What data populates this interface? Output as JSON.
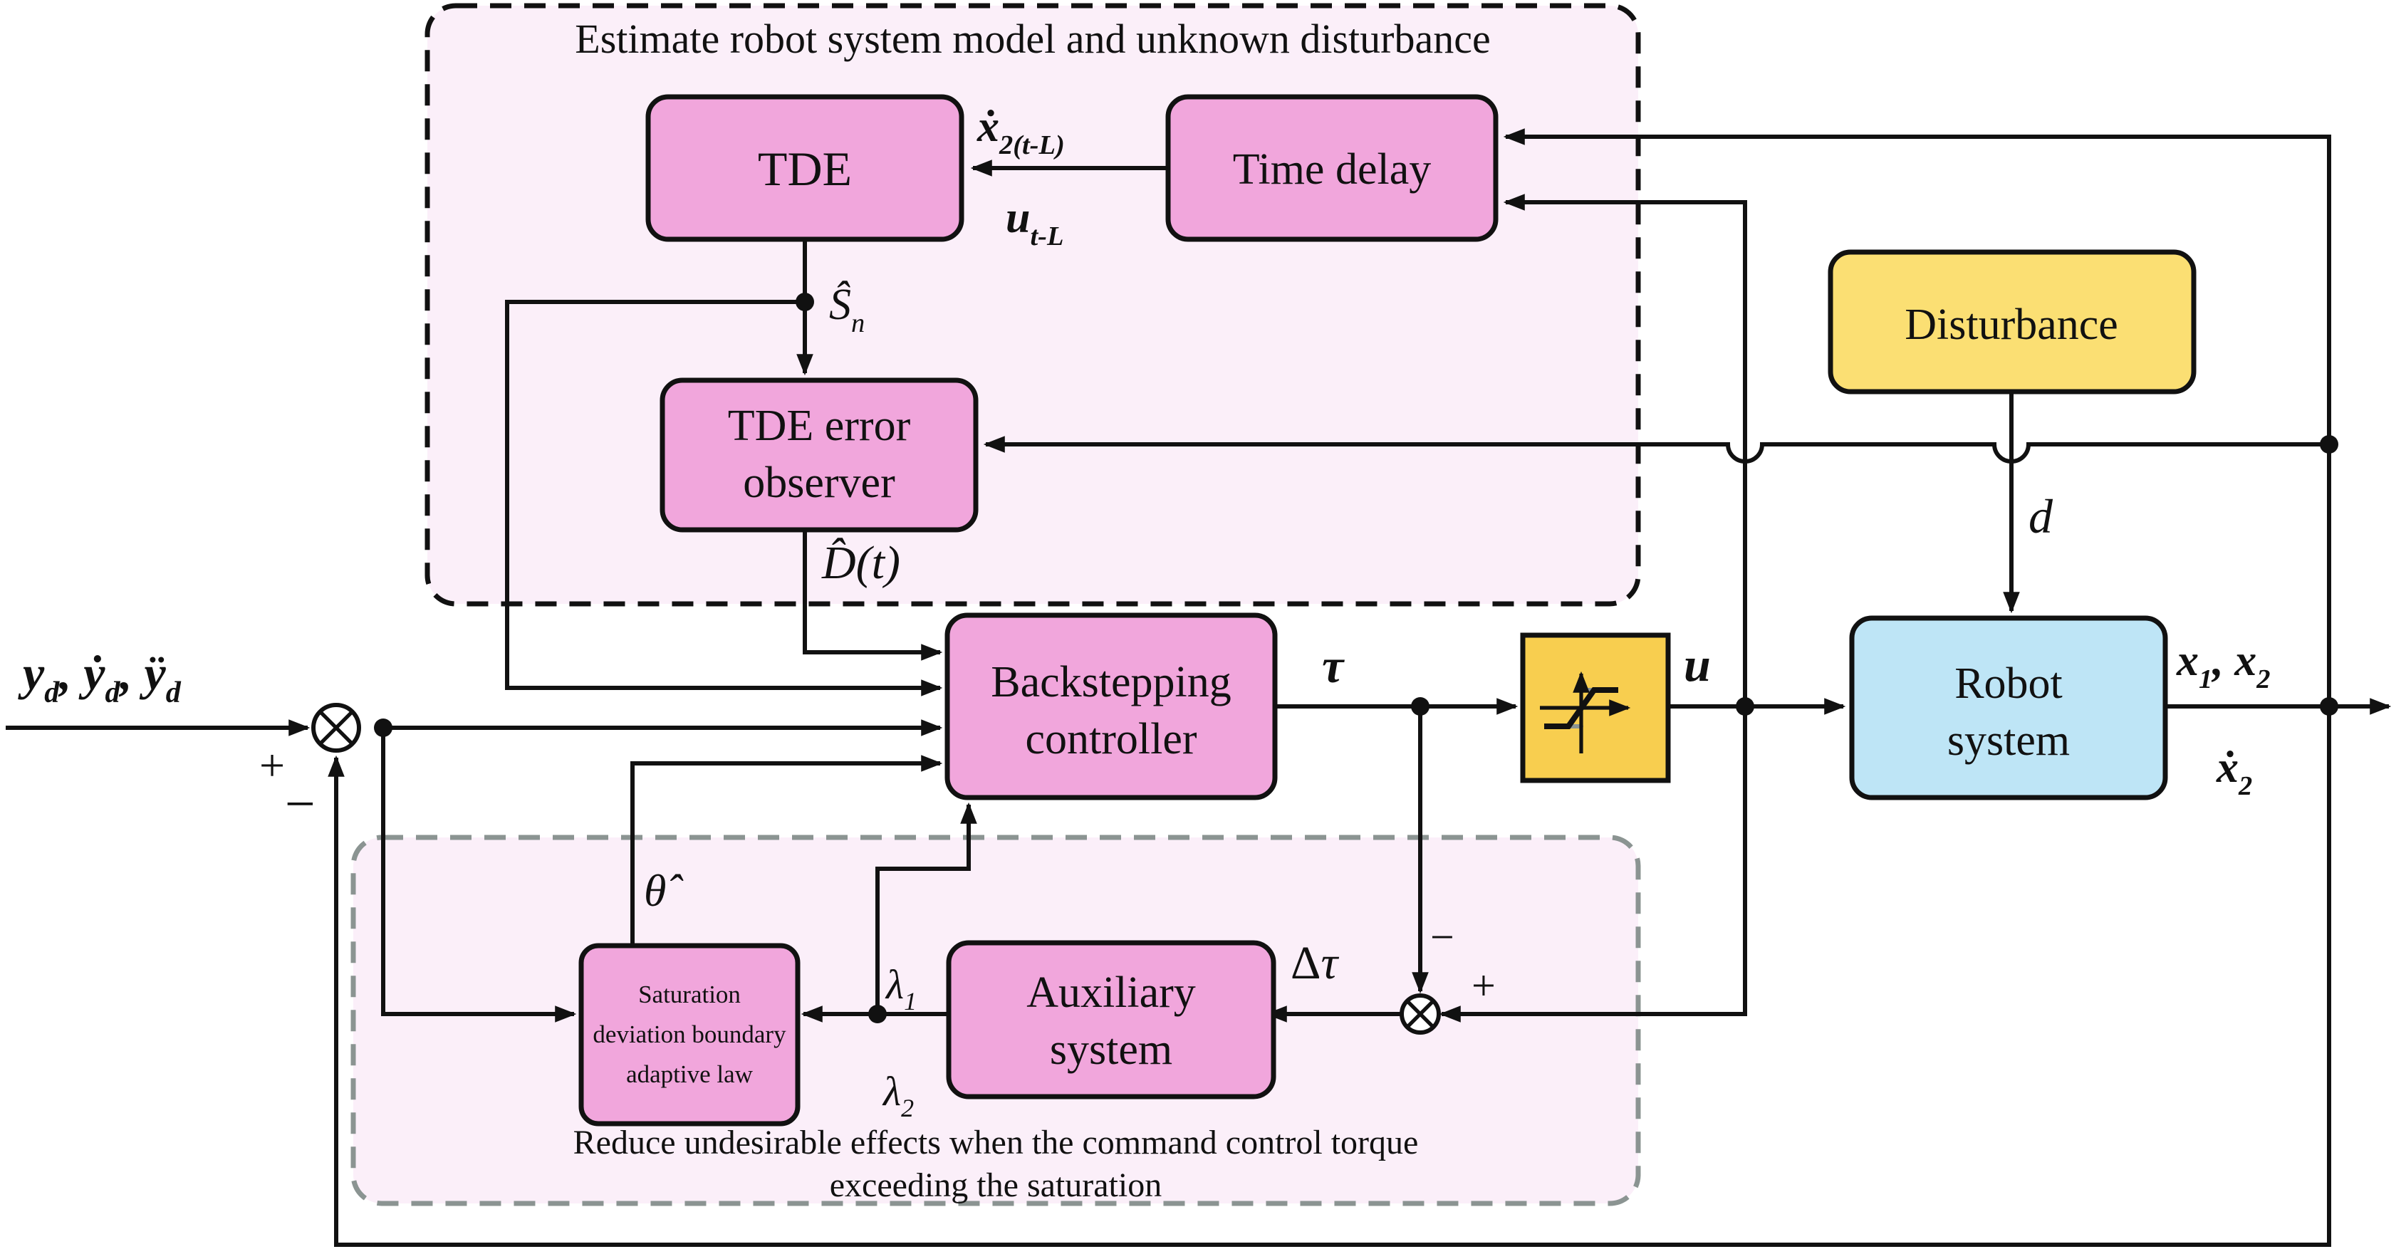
{
  "figure": {
    "top_group_caption": "Estimate robot system model and unknown disturbance",
    "bottom_group_caption_line1": "Reduce undesirable effects when the command control torque",
    "bottom_group_caption_line2": "exceeding the saturation"
  },
  "blocks": {
    "tde": "TDE",
    "time_delay": "Time delay",
    "tde_error_observer": [
      "TDE error",
      "observer"
    ],
    "disturbance": "Disturbance",
    "backstepping_controller": [
      "Backstepping",
      "controller"
    ],
    "robot_system": [
      "Robot",
      "system"
    ],
    "auxiliary_system": [
      "Auxiliary",
      "system"
    ],
    "saturation_adaptive_law": [
      "Saturation",
      "deviation boundary",
      "adaptive law"
    ],
    "saturation_icon": "saturation-nonlinearity"
  },
  "signals": {
    "reference_input": {
      "part1": "y",
      "sub1": "d",
      "sep1": ", ",
      "part2": "ẏ",
      "sub2": "d",
      "sep2": ", ",
      "part3": "ÿ",
      "sub3": "d"
    },
    "xdot_delayed": {
      "base": "ẋ",
      "sub": "2(t-L)"
    },
    "u_delayed": {
      "base": "u",
      "sub": "t-L"
    },
    "sn_hat": {
      "base": "Ŝ",
      "sub": "n"
    },
    "d_hat": "D̂(t)",
    "tau": "τ",
    "u": "u",
    "state_output": {
      "base1": "x",
      "sub1": "1",
      "sep": ", ",
      "base2": "x",
      "sub2": "2"
    },
    "xdot2": {
      "base": "ẋ",
      "sub": "2"
    },
    "d": "d",
    "theta_hat": "θ̂",
    "lambda1": {
      "base": "λ",
      "sub": "1"
    },
    "lambda2": {
      "base": "λ",
      "sub": "2"
    },
    "delta_tau": {
      "delta": "Δ",
      "tau": "τ"
    },
    "ref_plus": "+",
    "ref_minus": "−",
    "sat_plus": "+",
    "sat_minus": "−"
  },
  "colors": {
    "group_fill": "#fbeff9",
    "block_pink": "#f1a6dc",
    "disturbance_yellow": "#fbdf73",
    "saturation_yellow": "#f8ce4f",
    "robot_blue": "#bee5f6",
    "outline": "#111111",
    "bottom_dash": "#8b9492"
  }
}
